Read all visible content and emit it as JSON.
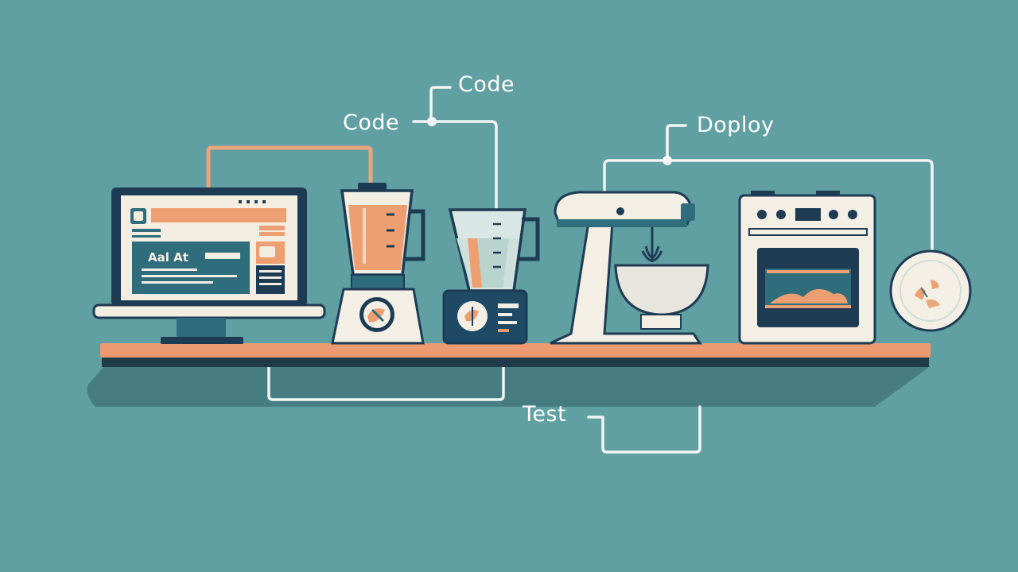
{
  "labels": {
    "code_top": "Code",
    "code_left": "Code",
    "deploy": "Doploy",
    "test": "Test"
  },
  "laptop_screen": {
    "title_text": "Aal At"
  },
  "colors": {
    "background": "#609fa2",
    "line_white": "#f3f6f4",
    "line_orange": "#eaa67c",
    "accent_orange": "#ee9f72",
    "shelf_top": "#ec9a70",
    "shelf_edge": "#1f3b4a",
    "navy": "#1e3b54",
    "teal_dark": "#2f6d7c",
    "cream": "#f3efe4",
    "shadow": "#467d82"
  },
  "icons": [
    "laptop-icon",
    "blender-icon",
    "measuring-jug-icon",
    "stand-mixer-icon",
    "oven-icon",
    "plate-icon"
  ]
}
